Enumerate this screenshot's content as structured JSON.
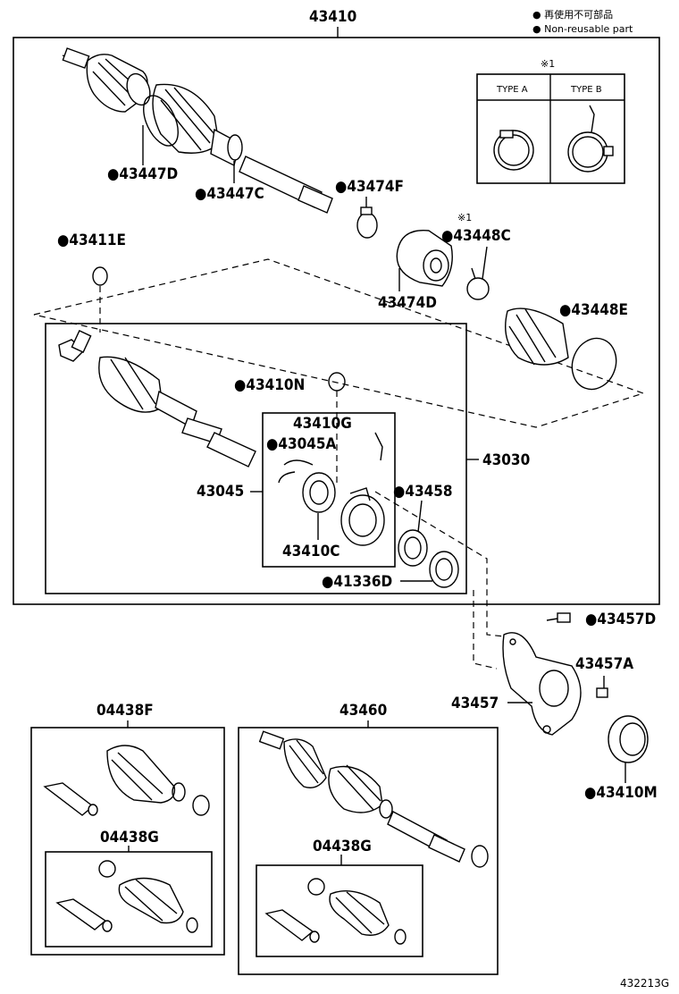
{
  "legend": {
    "line1": "● 再使用不可部品",
    "line2": "● Non-reusable part"
  },
  "note_box": {
    "mark": "※1",
    "type_a": "TYPE A",
    "type_b": "TYPE B"
  },
  "labels": {
    "p43410": "43410",
    "p43447D": "●43447D",
    "p43447C": "●43447C",
    "p43474F": "●43474F",
    "mark1": "※1",
    "p43448C": "●43448C",
    "p43411E": "●43411E",
    "p43474D": "43474D",
    "p43448E": "●43448E",
    "p43410N": "●43410N",
    "p43410G": "43410G",
    "p43045A": "●43045A",
    "p43030": "43030",
    "p43045": "43045",
    "p43458": "●43458",
    "p43410C": "43410C",
    "p41336D": "●41336D",
    "p43457D": "●43457D",
    "p43457A": "43457A",
    "p43457": "43457",
    "p43410M": "●43410M",
    "p04438F": "04438F",
    "p43460": "43460",
    "p04438G_left": "04438G",
    "p04438G_right": "04438G",
    "code": "432213G"
  }
}
